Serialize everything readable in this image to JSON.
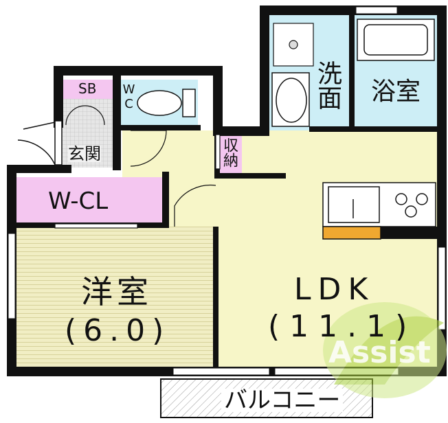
{
  "rooms": {
    "sb": "SB",
    "wc": "WC",
    "genkan": "玄関",
    "shuno": "収納",
    "senmen": "洗面",
    "yokushitsu": "浴室",
    "wcl": "W-CL",
    "yoshitsu": "洋室",
    "yoshitsu_size": "(6.0)",
    "ldk": "LDK",
    "ldk_size": "(11.1)",
    "balcony": "バルコニー"
  },
  "watermark": "Assist",
  "colors": {
    "wall": "#111111",
    "ldk_floor": "#f7f6c8",
    "yoshitsu_floor": "#f1eec4",
    "wcl_closet": "#f4c6f0",
    "sb": "#f4c6f0",
    "wet_area": "#cdeef6",
    "kitchen_base": "#f0a830",
    "balcony_floor": "#dcdcdc",
    "logo_green": "#a6cf3a"
  }
}
